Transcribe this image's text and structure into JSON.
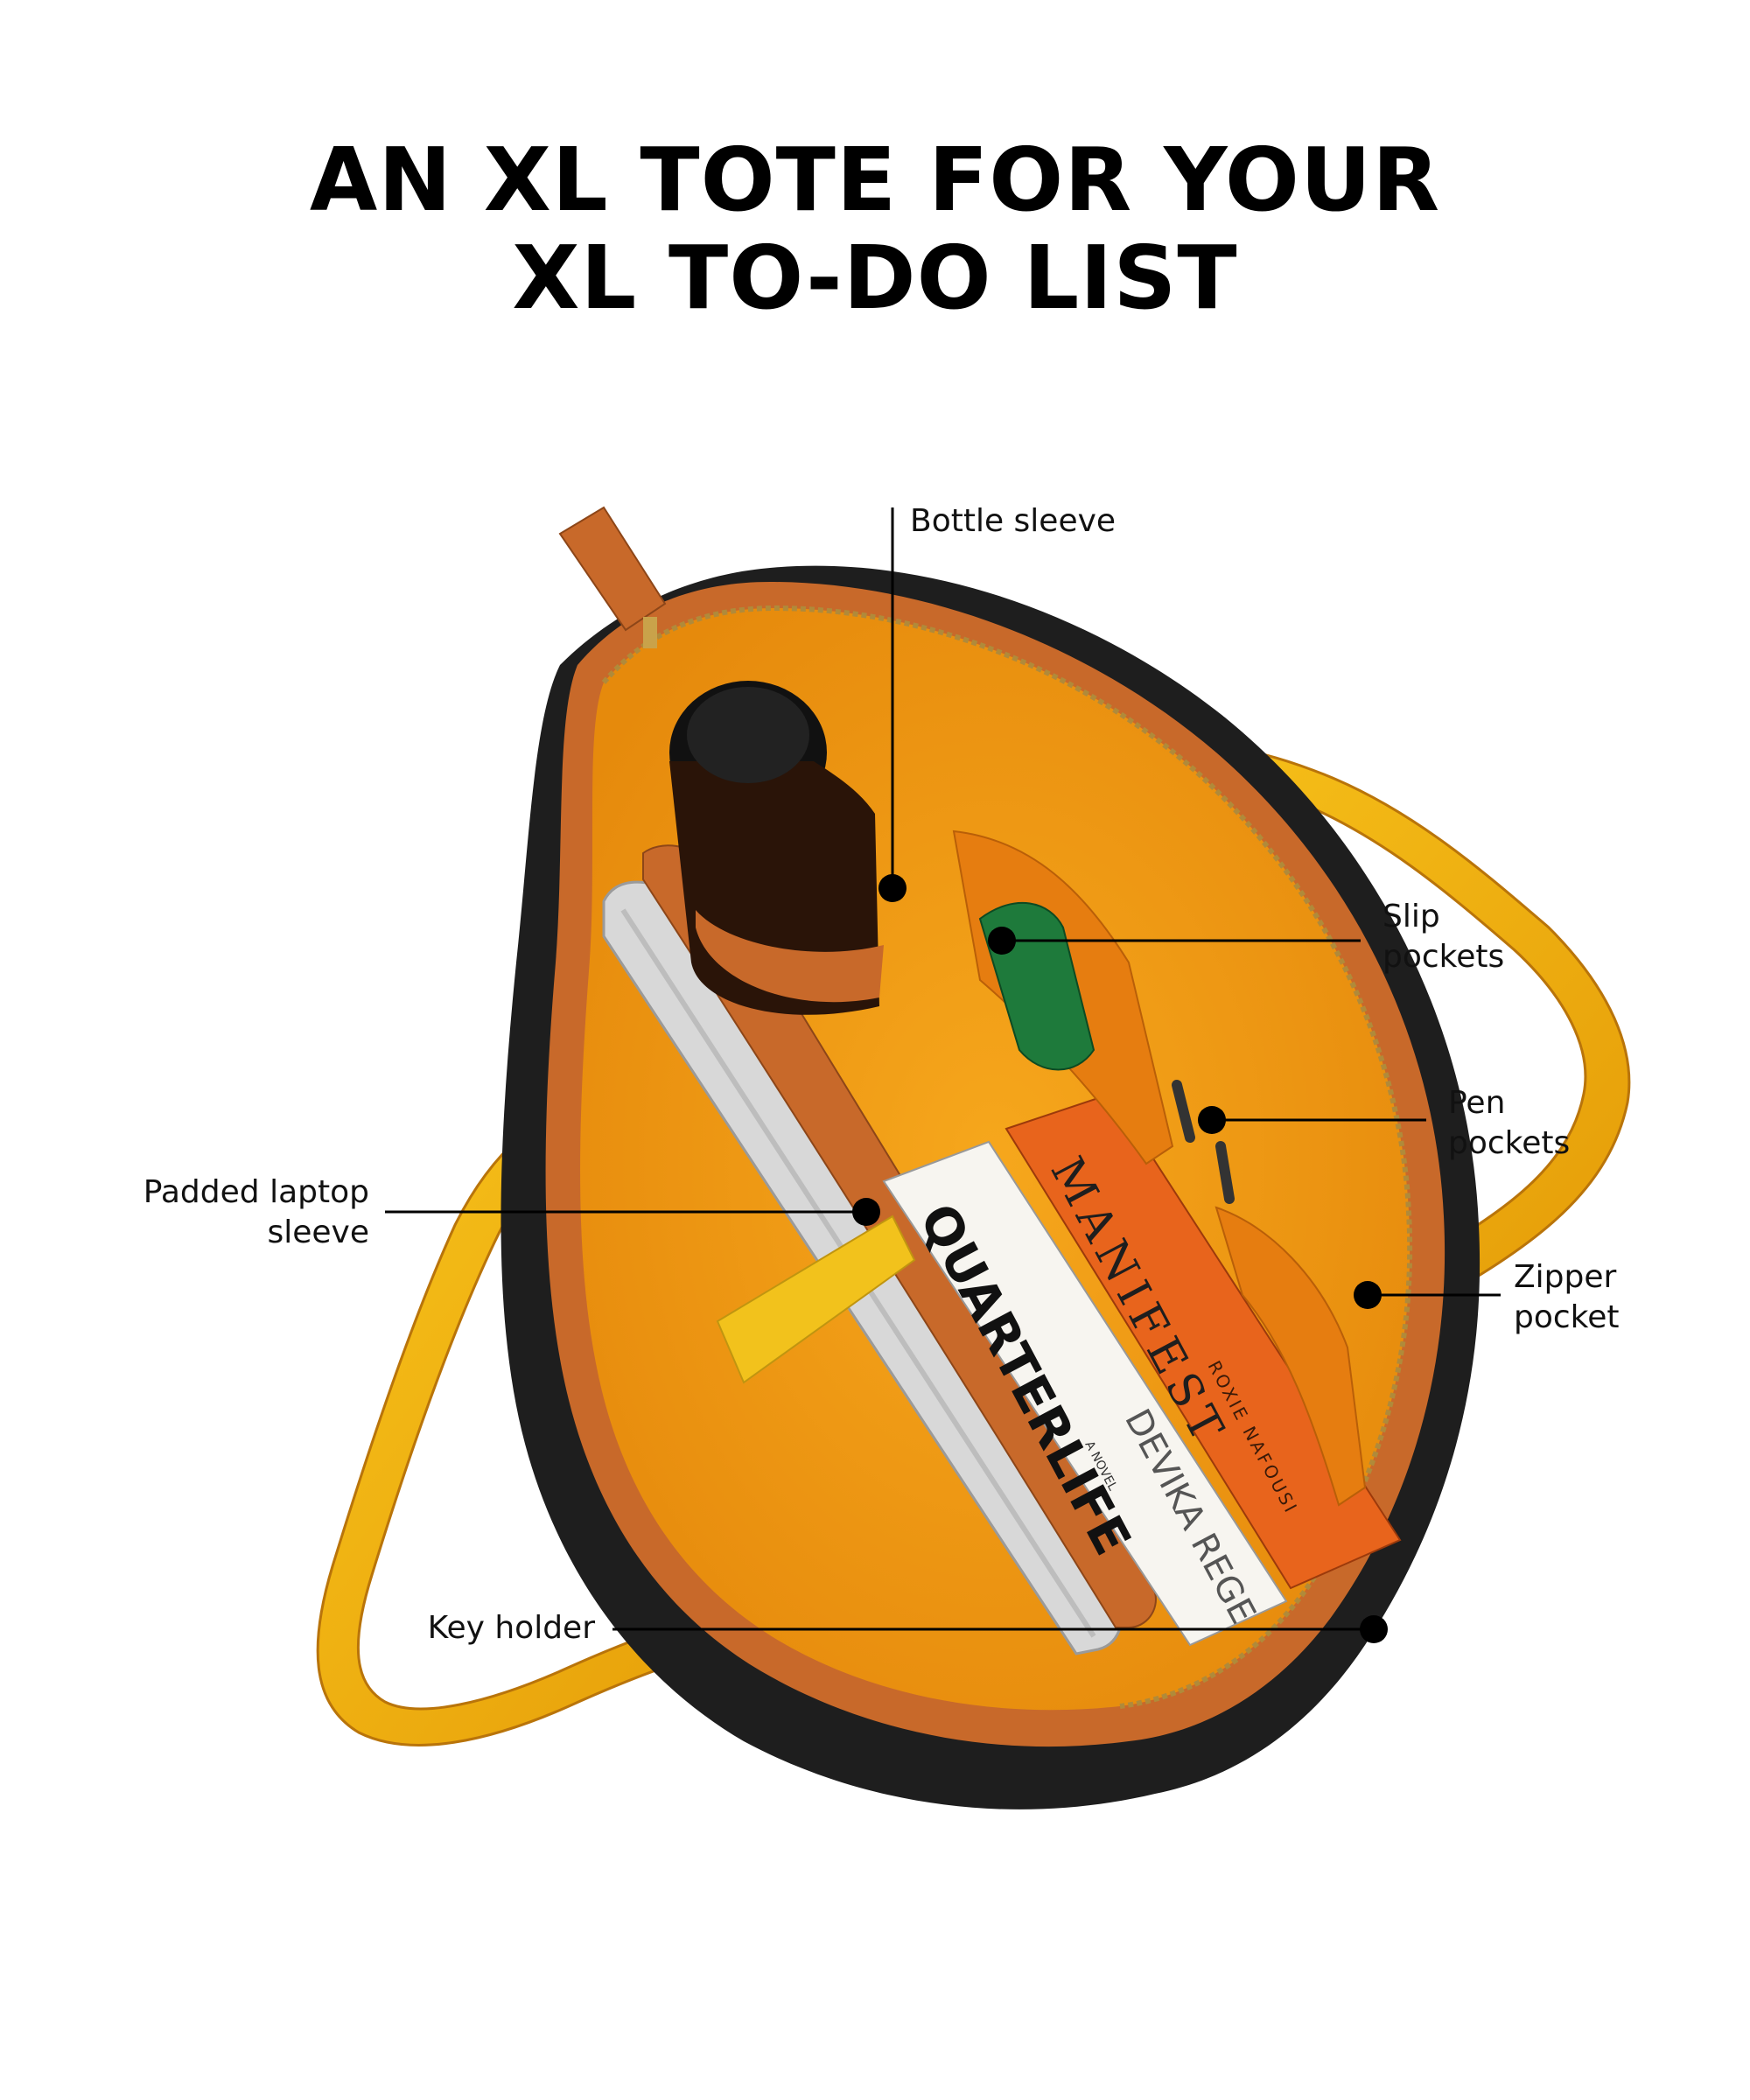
{
  "headline": {
    "line1": "AN XL TOTE FOR YOUR",
    "line2": "XL TO-DO LIST"
  },
  "callouts": {
    "bottle_sleeve": "Bottle sleeve",
    "slip_pockets": [
      "Slip",
      "pockets"
    ],
    "pen_pockets": [
      "Pen",
      "pockets"
    ],
    "padded_laptop_sleeve": [
      "Padded laptop",
      "sleeve"
    ],
    "zipper_pocket": [
      "Zipper",
      "pocket"
    ],
    "key_holder": "Key holder"
  },
  "books": {
    "book1_title": "QUARTERLIFE",
    "book1_sub": "A NOVEL",
    "book1_author": "DEVIKA REGE",
    "book2_title": "MANIFEST",
    "book2_author": "ROXIE NAFOUSI"
  },
  "colors": {
    "lining": "#f4a117",
    "lining_dark": "#e0880a",
    "tan_leather": "#c8692a",
    "black_shell": "#1e1e1e",
    "strap_yellow": "#f2b40f",
    "callout_line": "#000000"
  }
}
